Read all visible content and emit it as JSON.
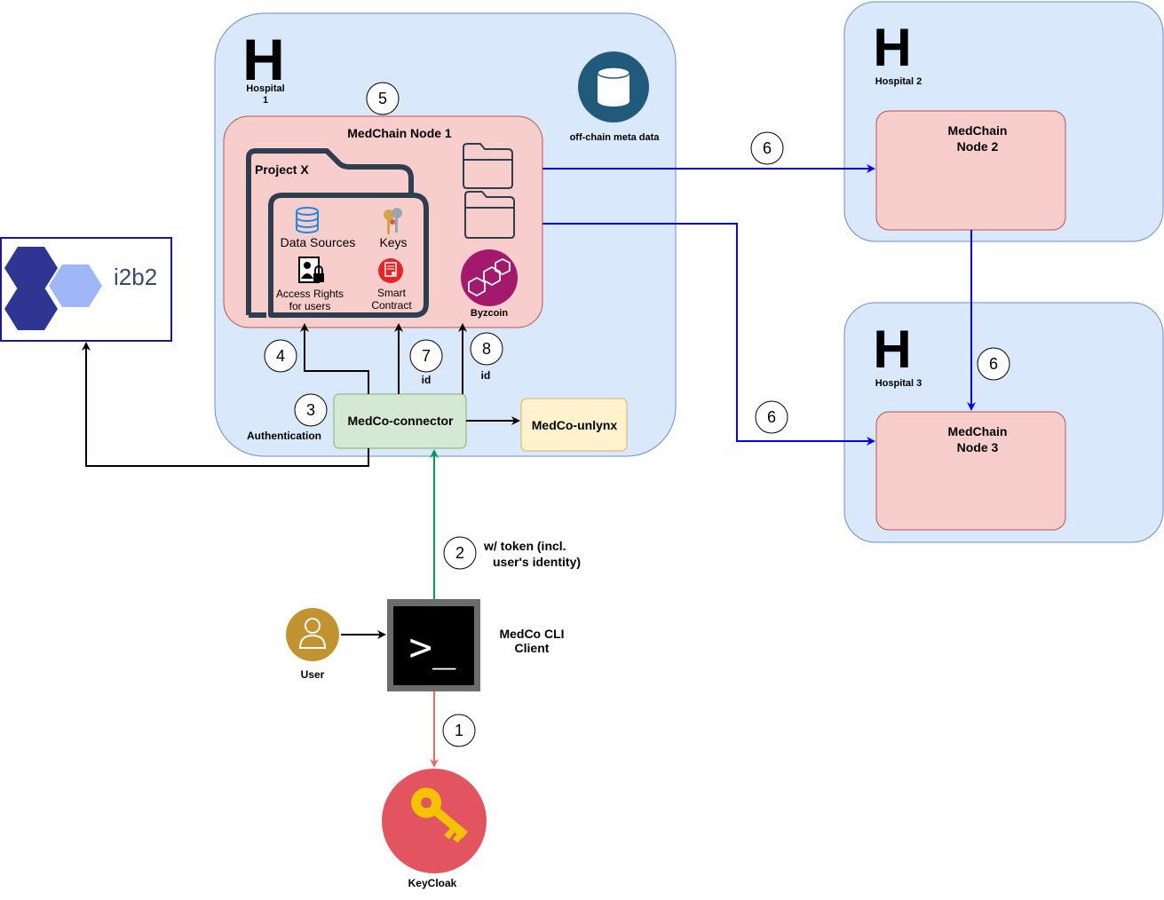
{
  "hospital1": {
    "letter": "H",
    "name_line1": "Hospital",
    "name_line2": "1"
  },
  "hospital2": {
    "letter": "H",
    "name": "Hospital 2"
  },
  "hospital3": {
    "letter": "H",
    "name": "Hospital 3"
  },
  "offchain": {
    "label": "off-chain meta data"
  },
  "node1": {
    "title": "MedChain Node 1"
  },
  "node2": {
    "title_line1": "MedChain",
    "title_line2": "Node 2"
  },
  "node3": {
    "title_line1": "MedChain",
    "title_line2": "Node 3"
  },
  "project": {
    "title": "Project X",
    "data_sources": "Data Sources",
    "keys": "Keys",
    "access_rights_line1": "Access Rights",
    "access_rights_line2": "for users",
    "smart_contract_line1": "Smart",
    "smart_contract_line2": "Contract"
  },
  "byzcoin": {
    "label": "Byzcoin"
  },
  "connector": {
    "label": "MedCo-connector"
  },
  "unlynx": {
    "label": "MedCo-unlynx"
  },
  "authentication": {
    "label": "Authentication"
  },
  "i2b2": {
    "label": "i2b2"
  },
  "cli": {
    "prompt": ">_",
    "label_line1": "MedCo CLI",
    "label_line2": "Client"
  },
  "user": {
    "label": "User"
  },
  "keycloak": {
    "label": "KeyCloak"
  },
  "token": {
    "line1": "w/ token (incl.",
    "line2": "user's identity)"
  },
  "id_labels": {
    "id7": "id",
    "id8": "id"
  },
  "steps": {
    "s1": "1",
    "s2": "2",
    "s3": "3",
    "s4": "4",
    "s5": "5",
    "s6": "6",
    "s7": "7",
    "s8": "8"
  },
  "colors": {
    "hospital_fill": "#dae8fc",
    "hospital_stroke": "#6c8ebf",
    "node_fill": "#f8cecc",
    "node_stroke": "#b85450",
    "connector_fill": "#d5e8d4",
    "unlynx_fill": "#fff2cc",
    "blue_arrow": "#0000ff",
    "green_arrow": "#00994d",
    "red_arrow": "#ea6b66",
    "byzcoin": "#a3196d",
    "keycloak": "#e35461",
    "user": "#c29431",
    "db": "#225a7c"
  }
}
